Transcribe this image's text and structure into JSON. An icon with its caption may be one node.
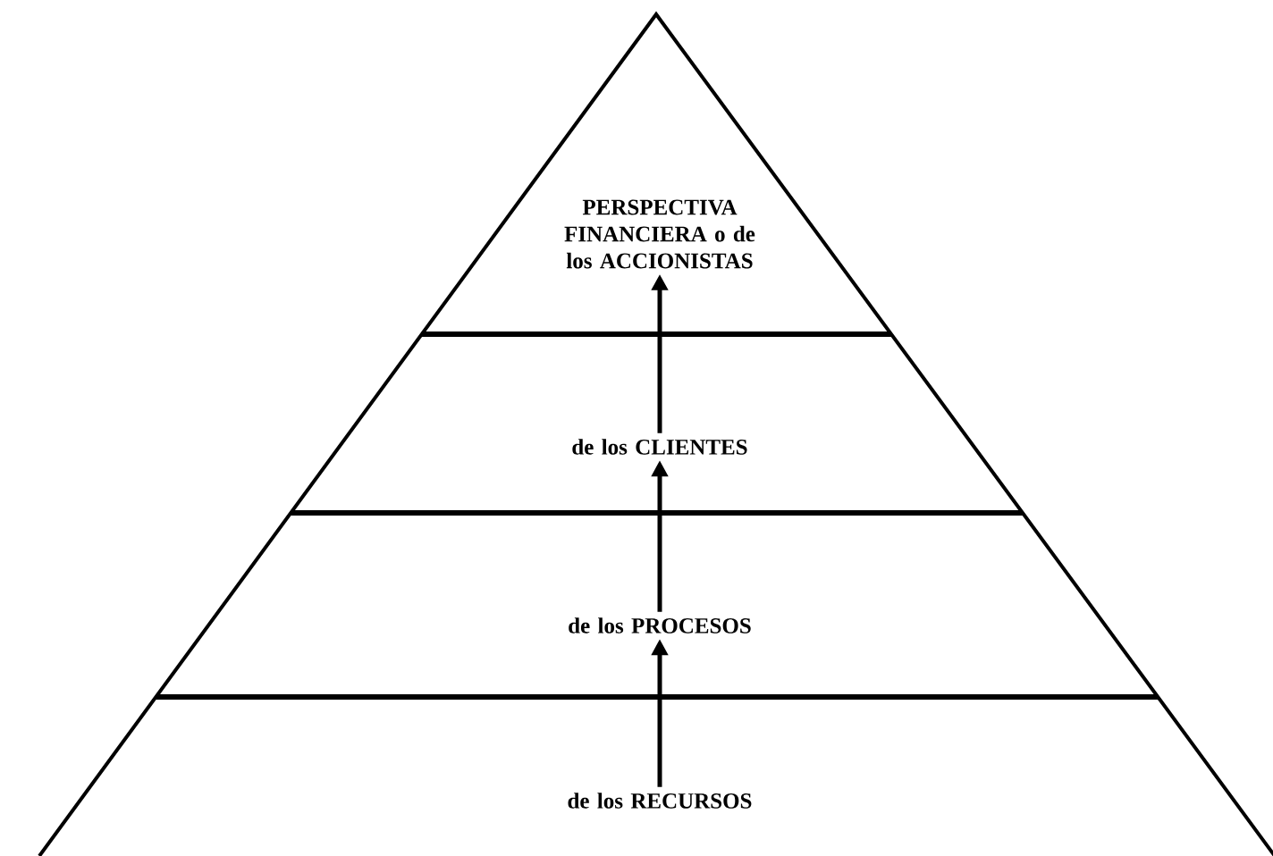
{
  "diagram": {
    "nodes": [
      {
        "text": [
          "PERSPECTIVA FINANCIERA o de los ACCIONISTAS"
        ]
      },
      {
        "text": [
          "de los CLIENTES"
        ]
      },
      {
        "text": [
          "de los PROCESOS"
        ]
      },
      {
        "text": [
          "de los RECURSOS"
        ]
      }
    ],
    "edges": [
      {
        "from": 3,
        "to": 2,
        "arrow": "to"
      },
      {
        "from": 2,
        "to": 1,
        "arrow": "to"
      },
      {
        "from": 1,
        "to": 0,
        "arrow": "to"
      }
    ]
  }
}
